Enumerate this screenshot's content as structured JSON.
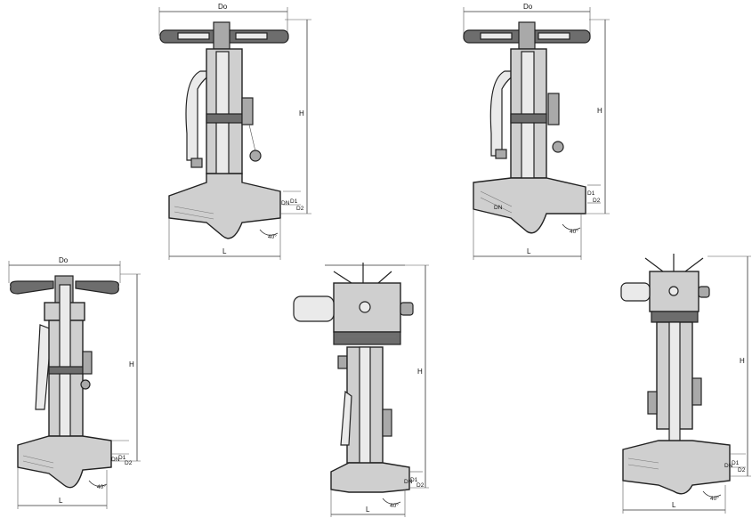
{
  "views": [
    {
      "id": "view-1",
      "do": "Do",
      "h": "H",
      "l": "L",
      "angle": "40°",
      "d1": "D1",
      "d2": "D2",
      "dn": "DN"
    },
    {
      "id": "view-2",
      "do": "Do",
      "h": "H",
      "l": "L",
      "angle": "40°",
      "d1": "D1",
      "d2": "D2",
      "dn": "DN"
    },
    {
      "id": "view-3",
      "do": "Do",
      "h": "H",
      "l": "L",
      "angle": "40°",
      "d1": "D1",
      "d2": "D2",
      "dn": "DN"
    },
    {
      "id": "view-4",
      "h": "H",
      "l": "L",
      "angle": "40°",
      "d1": "D1",
      "d2": "D2",
      "dn": "DN"
    },
    {
      "id": "view-5",
      "h": "H",
      "l": "L",
      "angle": "40°",
      "d1": "D1",
      "d2": "D2",
      "dn": "DN"
    }
  ]
}
